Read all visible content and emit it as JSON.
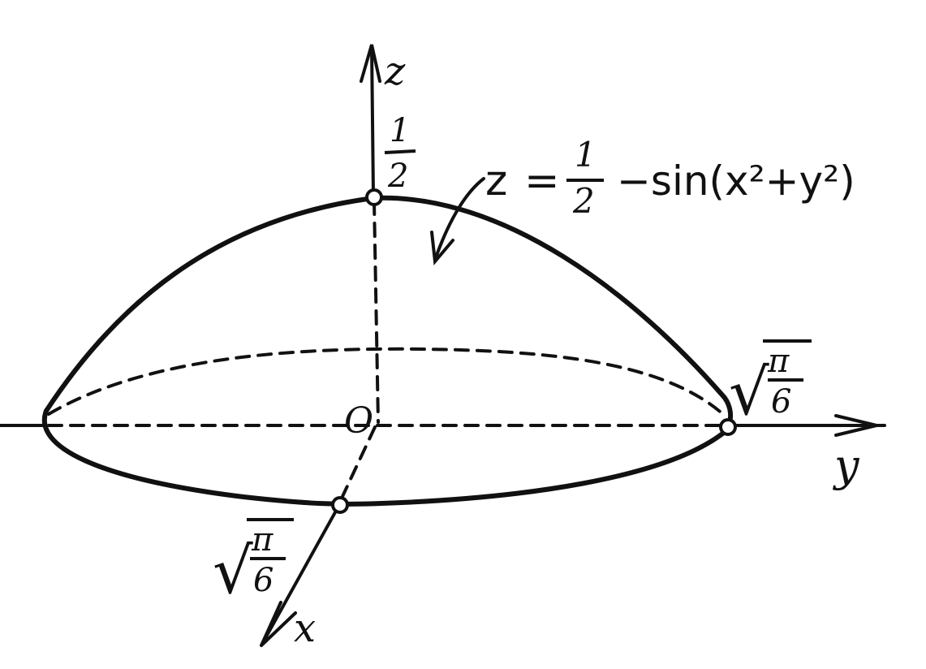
{
  "axes": {
    "z_label": "z",
    "y_label": "y",
    "x_label": "x",
    "origin_label": "O"
  },
  "marks": {
    "z_top": {
      "numerator": "1",
      "denominator": "2"
    },
    "y_end": {
      "root": "√",
      "numerator": "π",
      "denominator": "6"
    },
    "x_end": {
      "root": "√",
      "numerator": "π",
      "denominator": "6"
    }
  },
  "equation": {
    "lhs": "z",
    "eq": "=",
    "numerator": "1",
    "denominator": "2",
    "rhs": "−sin(x²+y²)"
  }
}
